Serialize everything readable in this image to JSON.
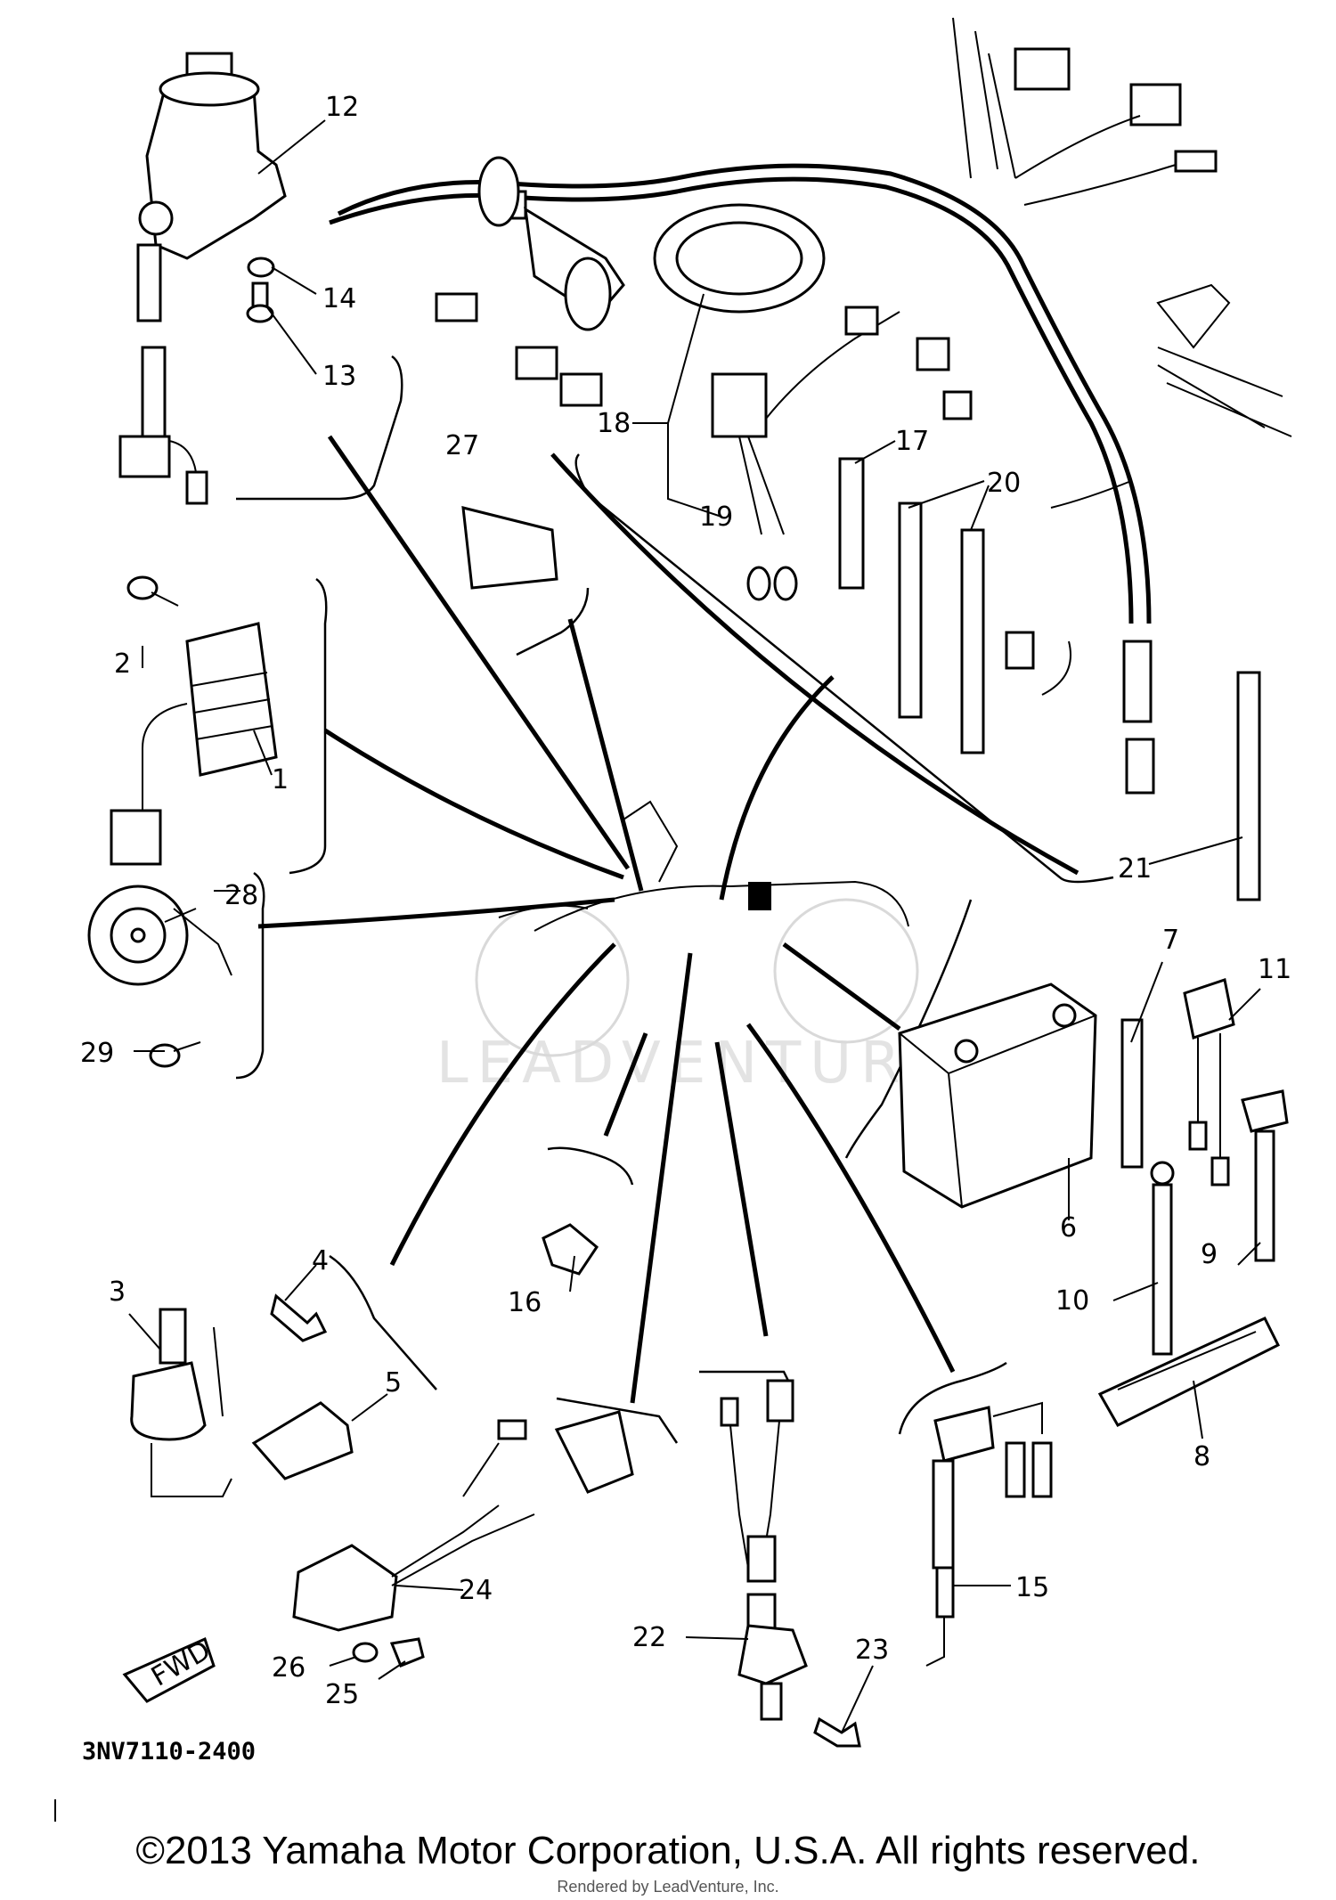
{
  "diagram_code": "3NV7110-2400",
  "watermark": "LEADVENTURE",
  "fwd_label": "FWD",
  "callouts": [
    "1",
    "2",
    "3",
    "4",
    "5",
    "6",
    "7",
    "8",
    "9",
    "10",
    "11",
    "12",
    "13",
    "14",
    "15",
    "16",
    "17",
    "18",
    "19",
    "20",
    "21",
    "22",
    "23",
    "24",
    "25",
    "26",
    "27",
    "28",
    "29"
  ],
  "copyright": "©2013 Yamaha Motor Corporation, U.S.A. All rights reserved.",
  "rendered_by": "Rendered by LeadVenture, Inc."
}
